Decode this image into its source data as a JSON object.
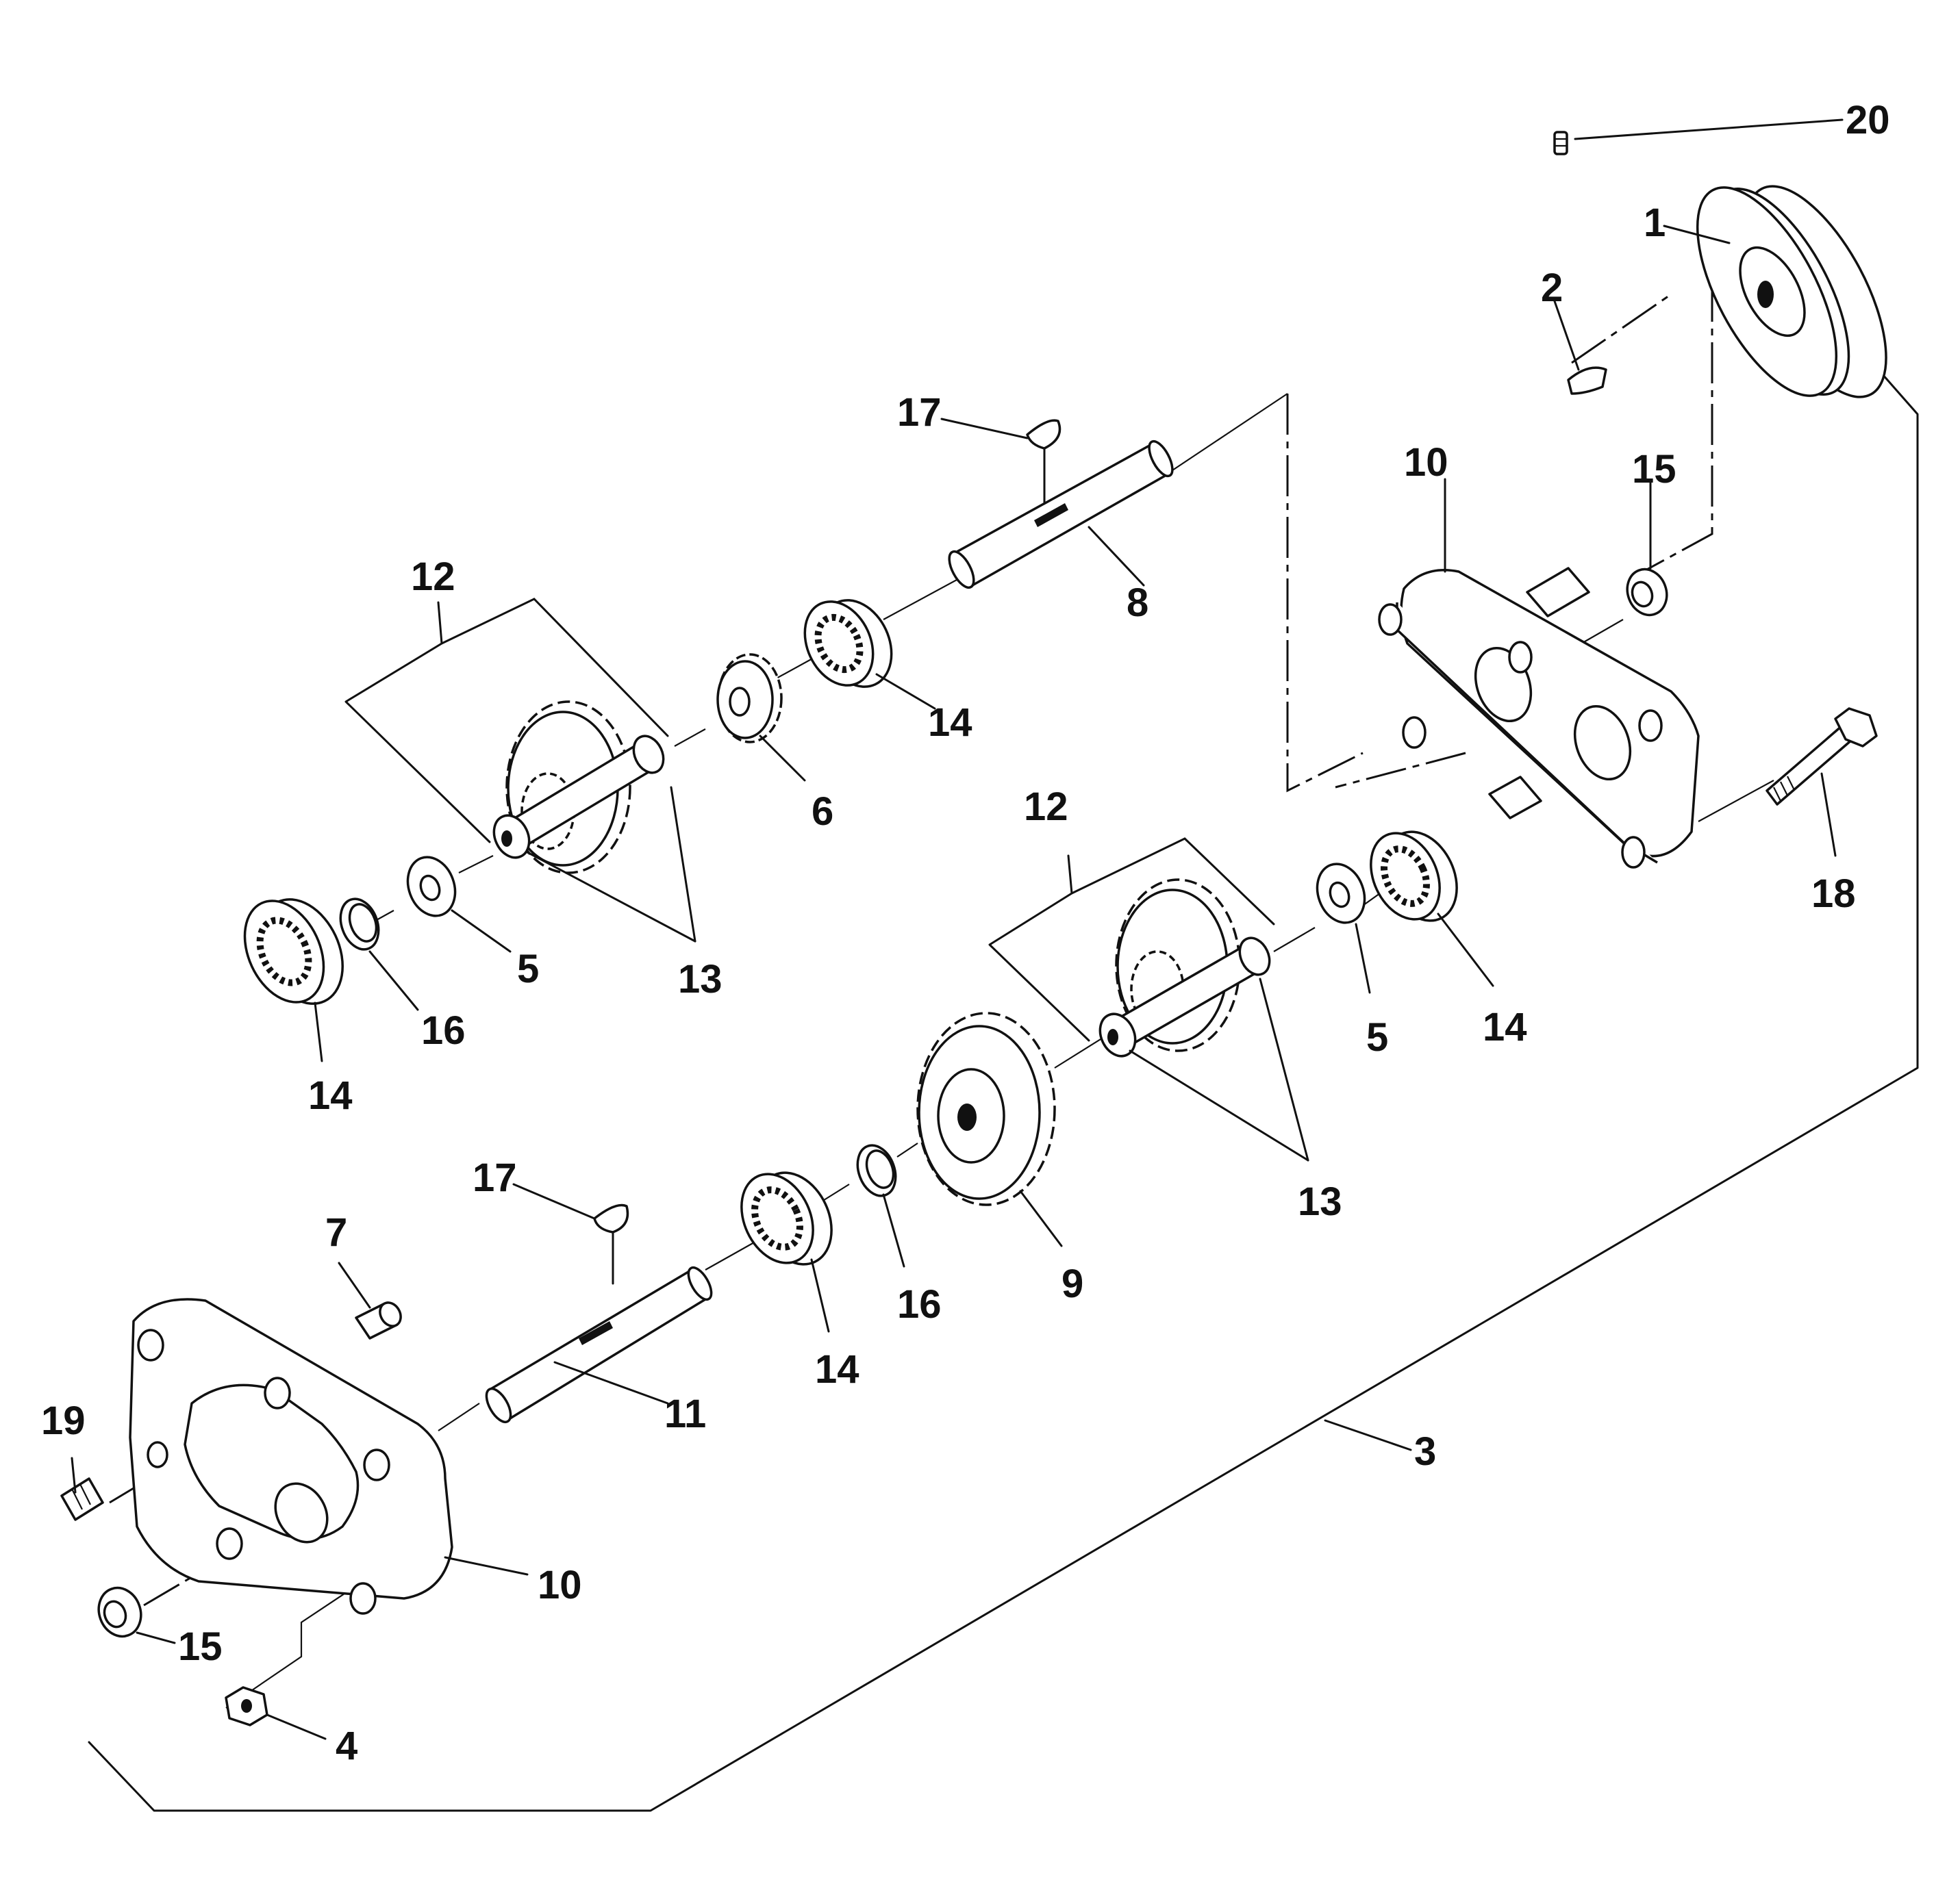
{
  "diagram": {
    "colors": {
      "ink": "#111111",
      "paper": "#ffffff"
    },
    "labels": {
      "n1": "1",
      "n2": "2",
      "n3": "3",
      "n4": "4",
      "n5a": "5",
      "n5b": "5",
      "n6": "6",
      "n7": "7",
      "n8": "8",
      "n9": "9",
      "n10a": "10",
      "n10b": "10",
      "n11": "11",
      "n12a": "12",
      "n12b": "12",
      "n13a": "13",
      "n13b": "13",
      "n14a": "14",
      "n14b": "14",
      "n14c": "14",
      "n14d": "14",
      "n15a": "15",
      "n15b": "15",
      "n16a": "16",
      "n16b": "16",
      "n17a": "17",
      "n17b": "17",
      "n18": "18",
      "n19": "19",
      "n20": "20"
    }
  }
}
